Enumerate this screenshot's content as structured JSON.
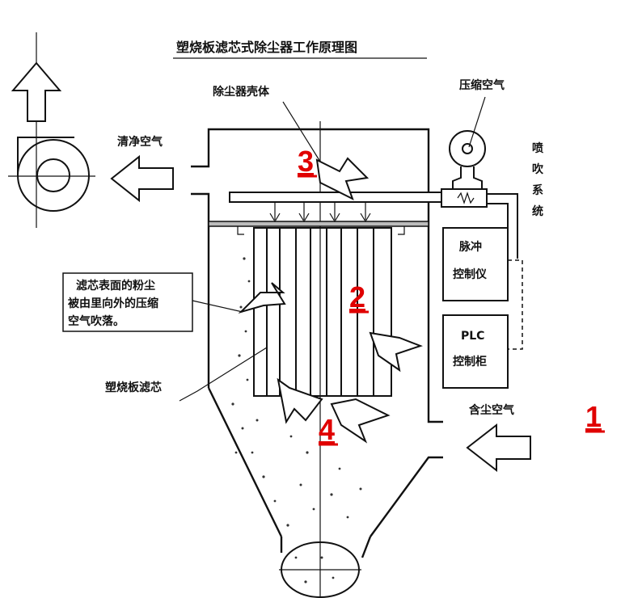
{
  "title": "塑烧板滤芯式除尘器工作原理图",
  "labels": {
    "housing": "除尘器壳体",
    "compressed_air": "压缩空气",
    "clean_air": "清净空气",
    "blow_system": [
      "喷",
      "吹",
      "系",
      "统"
    ],
    "pulse_controller": [
      "脉冲",
      "控制仪"
    ],
    "plc_cabinet": [
      "PLC",
      "控制柜"
    ],
    "dust_note": [
      "滤芯表面的粉尘",
      "被由里向外的压缩",
      "空气吹落。"
    ],
    "filter_element": "塑烧板滤芯",
    "dusty_air": "含尘空气"
  },
  "markers": {
    "m1": "1",
    "m2": "2",
    "m3": "3",
    "m4": "4"
  },
  "colors": {
    "marker": "#e00000",
    "line": "#111111"
  }
}
